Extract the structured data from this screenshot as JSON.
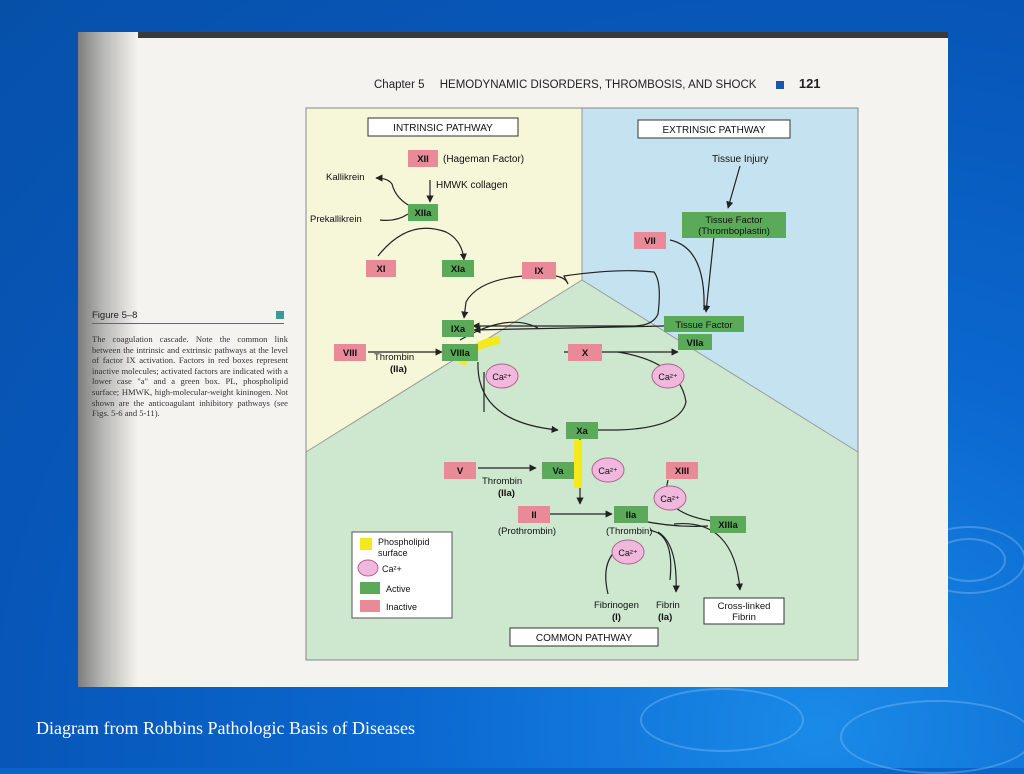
{
  "header": {
    "chapter": "Chapter 5",
    "title": "HEMODYNAMIC DISORDERS, THROMBOSIS, AND SHOCK",
    "page": "121"
  },
  "figure": {
    "label": "Figure 5–8",
    "caption": "The coagulation cascade. Note the common link between the intrinsic and extrinsic pathways at the level of factor IX activation. Factors in red boxes represent inactive molecules; activated factors are indicated with a lower case \"a\" and a green box. PL, phospholipid surface; HMWK, high-molecular-weight kininogen. Not shown are the anticoagulant inhibitory pathways (see Figs. 5-6 and 5-11)."
  },
  "diagram": {
    "intrinsic_title": "INTRINSIC PATHWAY",
    "extrinsic_title": "EXTRINSIC PATHWAY",
    "common_title": "COMMON PATHWAY",
    "hageman": "(Hageman Factor)",
    "kallikrein": "Kallikrein",
    "hmwk": "HMWK collagen",
    "prekallikrein": "Prekallikrein",
    "tissue_injury": "Tissue Injury",
    "thrombin1": "Thrombin",
    "iia1": "(IIa)",
    "thrombin2": "Thrombin",
    "iia2": "(IIa)",
    "prothrombin": "(Prothrombin)",
    "thrombin3": "(Thrombin)",
    "fibrinogen": "Fibrinogen",
    "fibrinogen_i": "(I)",
    "fibrin": "Fibrin",
    "fibrin_ia": "(Ia)",
    "crosslinked1": "Cross-linked",
    "crosslinked2": "Fibrin",
    "ca": "Ca²⁺",
    "factors": {
      "xii": "XII",
      "xiia": "XIIa",
      "xi": "XI",
      "xia": "XIa",
      "ix": "IX",
      "ixa": "IXa",
      "viii": "VIII",
      "viiia": "VIIIa",
      "x": "X",
      "xa": "Xa",
      "v": "V",
      "va": "Va",
      "ii": "II",
      "iia": "IIa",
      "xiii": "XIII",
      "xiiia": "XIIIa",
      "vii": "VII",
      "viia": "VIIa",
      "tf_thrombo1": "Tissue Factor",
      "tf_thrombo2": "(Thromboplastin)",
      "tissue_factor": "Tissue Factor"
    },
    "legend": {
      "phospholipid1": "Phospholipid",
      "phospholipid2": "surface",
      "ca": "Ca²+",
      "active": "Active",
      "inactive": "Inactive"
    }
  },
  "colors": {
    "inactive": "#e88a98",
    "active": "#5aaa5a",
    "intrinsic_bg": "#f6f6d8",
    "extrinsic_bg": "#c4e2f0",
    "common_bg": "#cde8cf",
    "phospholipid": "#f2ea1a",
    "calcium": "#f0b8dc"
  },
  "footer": "Diagram from Robbins Pathologic Basis of Diseases"
}
